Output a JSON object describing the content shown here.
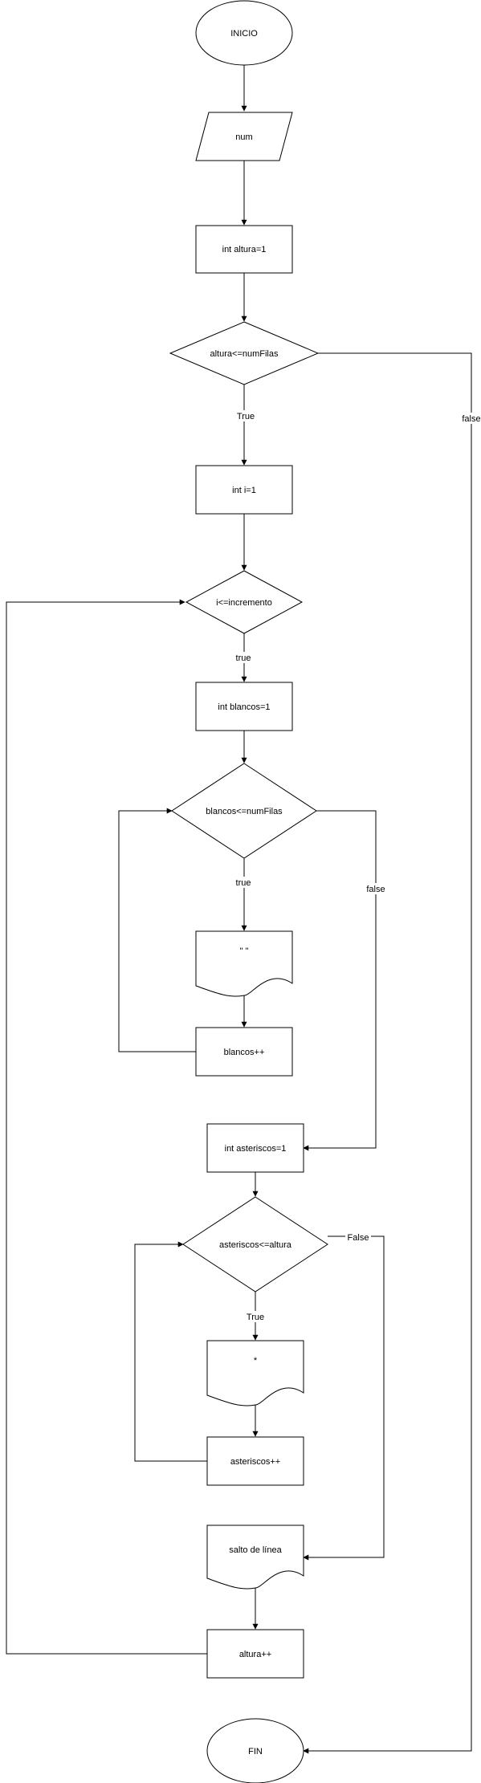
{
  "nodes": {
    "start": "INICIO",
    "input_num": "num",
    "init_altura": "int altura=1",
    "cond_altura": "altura<=numFilas",
    "init_i": "int i=1",
    "cond_i": "i<=incremento",
    "init_blancos": "int blancos=1",
    "cond_blancos": "blancos<=numFilas",
    "print_space": "\" \"",
    "inc_blancos": "blancos++",
    "init_asteriscos": "int asteriscos=1",
    "cond_asteriscos": "asteriscos<=altura",
    "print_star": "*",
    "inc_asteriscos": "asteriscos++",
    "print_newline": "salto de línea",
    "inc_altura": "altura++",
    "end": "FIN"
  },
  "edge_labels": {
    "altura_true": "True",
    "altura_false": "false",
    "i_true": "true",
    "blancos_true": "true",
    "blancos_false": "false",
    "asteriscos_true": "True",
    "asteriscos_false": "False"
  }
}
